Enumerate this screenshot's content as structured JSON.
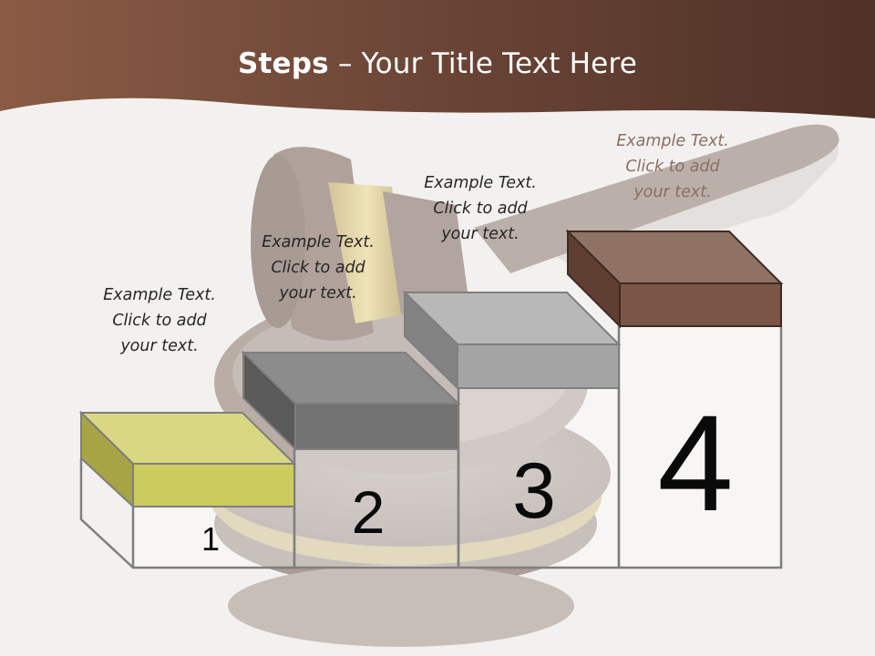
{
  "slide": {
    "title_bold": "Steps",
    "title_rest": " – Your Title Text Here"
  },
  "colors": {
    "header": "#5e3d2f",
    "step1": "#cccb5e",
    "step2": "#727272",
    "step3": "#a4a4a4",
    "step4": "#7b5545"
  },
  "steps": [
    {
      "number": "1",
      "caption": [
        "Example Text.",
        "Click  to add",
        "your text."
      ]
    },
    {
      "number": "2",
      "caption": [
        "Example Text.",
        "Click  to add",
        "your text."
      ]
    },
    {
      "number": "3",
      "caption": [
        "Example Text.",
        "Click  to add",
        "your text."
      ]
    },
    {
      "number": "4",
      "caption": [
        "Example Text.",
        "Click  to add",
        "your text."
      ]
    }
  ],
  "background": {
    "image": "gavel-icon"
  }
}
